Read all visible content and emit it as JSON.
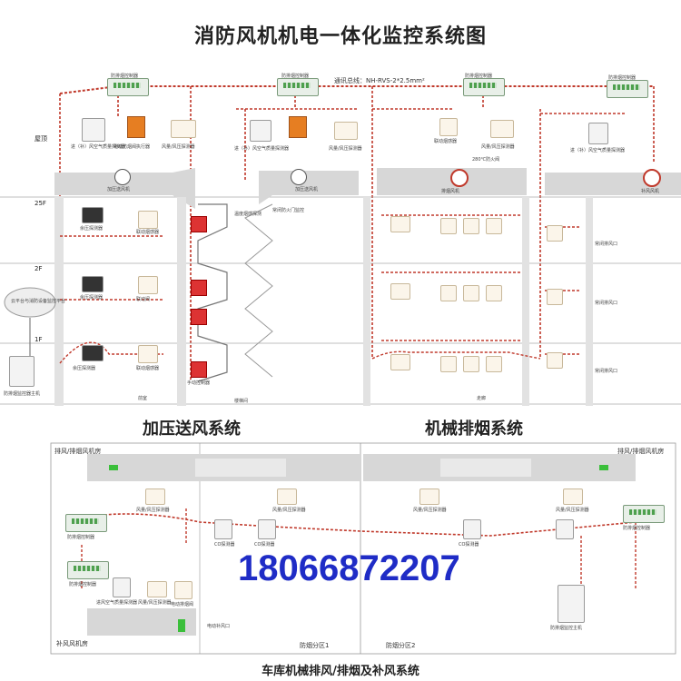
{
  "title": "消防风机机电一体化监控系统图",
  "bus_label": "通讯总线：NH-RVS-2*2.5mm²",
  "floors": {
    "roof": "屋顶",
    "f25": "25F",
    "f2": "2F",
    "f1": "1F"
  },
  "upper": {
    "controller": "防排烟控制器",
    "air_sensor": "进（补）风空气质量探测器",
    "actuator": "电动防烟阀执行器",
    "wind_sensor": "风量/风压探测器",
    "pressure_fan": "加压送风机",
    "pressure_fan2": "加压送风机",
    "smoke_fan": "排烟风机",
    "supply_fan": "补风风机",
    "fire_valve": "280℃防火阀",
    "pressure_sensor": "余压探测器",
    "linked_valve": "联动阀",
    "smoke_detector": "联动烟感器",
    "manual": "手动控制器",
    "smoke_sensor": "温度烟感探测",
    "door_monitor": "常闭防火门监控",
    "monitor_host": "防排烟监控器主机",
    "cloud": "云平台与消防设备监控平台",
    "smoke_outlet": "常闭排风口",
    "front_room": "前室",
    "stairwell": "楼梯间",
    "corridor": "走廊"
  },
  "section_pressure": "加压送风系统",
  "section_smoke": "机械排烟系统",
  "lower": {
    "left_room": "排风/排烟风机房",
    "right_room": "排风/排烟风机房",
    "supply_room": "补风风机房",
    "zone1": "防烟分区1",
    "zone2": "防烟分区2",
    "controller": "防排烟控制器",
    "air_quality": "进风空气质量探测器",
    "wind": "风量/风压探测器",
    "co_detector": "CO探测器",
    "smoke_valve": "电动排烟阀",
    "supply_outlet": "电动补风口",
    "host": "防排烟监控主机"
  },
  "phone": "18066872207",
  "footer": "车库机械排风/排烟及补风系统",
  "colors": {
    "bus": "#c0392b",
    "duct": "#d7d7d7",
    "phone": "#1f2cc6",
    "accent_green": "#3bbf3b"
  }
}
